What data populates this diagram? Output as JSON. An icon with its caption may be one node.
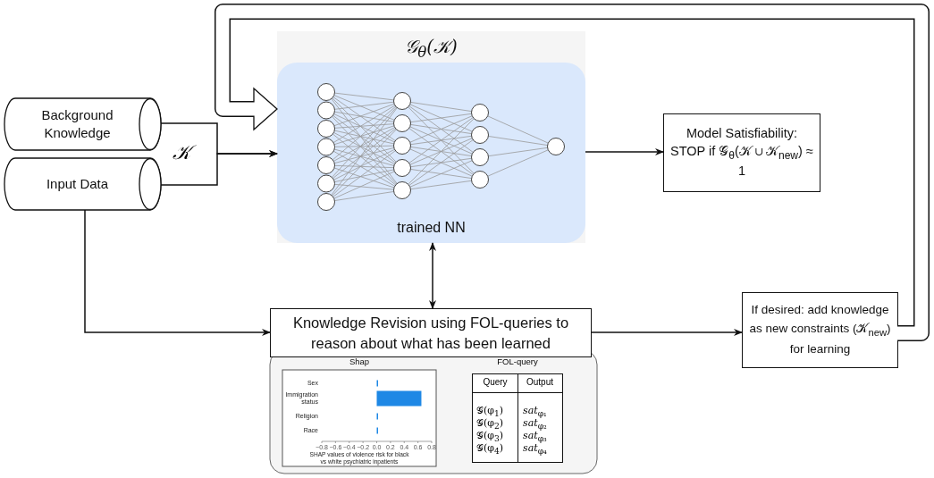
{
  "diagram": {
    "nodes": [
      {
        "text": [
          "𝒢$_{θ}$(𝒦)"
        ]
      },
      {
        "text": [
          "trained NN"
        ],
        "in": 0
      },
      {
        "text": [
          "Background Knowledge"
        ]
      },
      {
        "text": [
          "Input Data"
        ]
      },
      {
        "text": [
          "Model Satisfiability: STOP if 𝒢$_{θ}$(𝒦 ∪ 𝒦$_{new}$) ≈ 1"
        ]
      },
      {
        "text": [
          "Knowledge Revision using FOL-queries to reason about what has been learned"
        ]
      },
      {
        "text": [
          "If desired: add knowledge as new constraints (𝒦$_{new}$) for learning"
        ]
      }
    ],
    "edges": [
      {
        "from": 2,
        "to": 1,
        "arrow": "to",
        "label": "𝒦"
      },
      {
        "from": 3,
        "to": 1,
        "arrow": "to"
      },
      {
        "from": 1,
        "to": 4,
        "arrow": "to"
      },
      {
        "from": 3,
        "to": 5,
        "arrow": "to"
      },
      {
        "from": 1,
        "to": 5,
        "arrow": "both"
      },
      {
        "from": 5,
        "to": 6,
        "arrow": "to"
      },
      {
        "from": 6,
        "to": 1,
        "arrow": "to",
        "style": "thick"
      }
    ],
    "labels": [
      "FOL-query",
      "Query",
      "Output",
      "𝒢(φ$_{1}$)",
      "*sat*$_{φ₁}$",
      "𝒢(φ$_{2}$)",
      "*sat*$_{φ₂}$",
      "𝒢(φ$_{3}$)",
      "*sat*$_{φ₃}$",
      "𝒢(φ$_{4}$)",
      "*sat*$_{φ₄}$"
    ],
    "chart_data": {
      "type": "bar",
      "orientation": "horizontal",
      "title": "Shap",
      "xlabel": "SHAP values of violence risk for black vs white psychiatric inpatients",
      "categories": [
        "Sex",
        "Immigration status",
        "Religion",
        "Race"
      ],
      "values": [
        0.01,
        0.65,
        0.01,
        0.01
      ],
      "xlim": [
        -0.8,
        0.8
      ],
      "xticks": [
        -0.8,
        -0.6,
        -0.4,
        -0.2,
        {
          "value": 0,
          "label": "0.0"
        },
        0.2,
        0.4,
        0.6,
        0.8
      ]
    }
  }
}
